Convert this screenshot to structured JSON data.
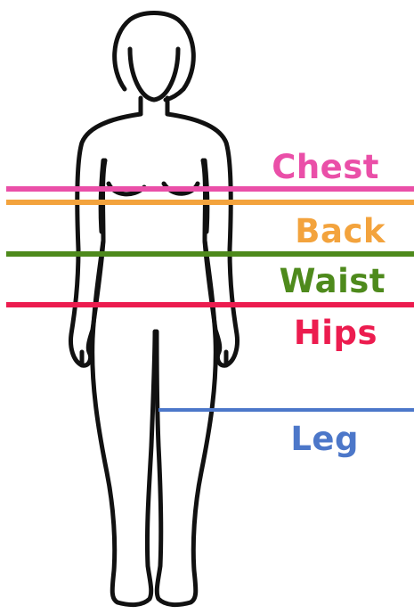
{
  "measurements": [
    {
      "key": "chest",
      "label": "Chest",
      "color": "#ea4fa8"
    },
    {
      "key": "back",
      "label": "Back",
      "color": "#f3a33d"
    },
    {
      "key": "waist",
      "label": "Waist",
      "color": "#4e8a1c"
    },
    {
      "key": "hips",
      "label": "Hips",
      "color": "#ec1c4f"
    },
    {
      "key": "leg",
      "label": "Leg",
      "color": "#4c77c9"
    }
  ],
  "figure": {
    "description_icon": "female-body-outline-icon",
    "stroke": "#111111"
  }
}
